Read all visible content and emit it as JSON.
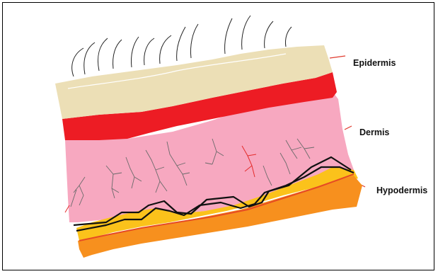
{
  "labels": {
    "epidermis": "Epidermis",
    "dermis": "Dermis",
    "hypodermis": "Hypodermis"
  },
  "colors": {
    "epidermis": "#ecdfb6",
    "dermis_upper": "#ed1c24",
    "dermis": "#f7a8c0",
    "fat": "#fbc21b",
    "hypodermis": "#f7901e",
    "outline": "#000000",
    "pointer": "#e03a2e",
    "hair": "#222222",
    "vessel_gray": "#6a6a6a",
    "vessel_red": "#e42b2b"
  }
}
